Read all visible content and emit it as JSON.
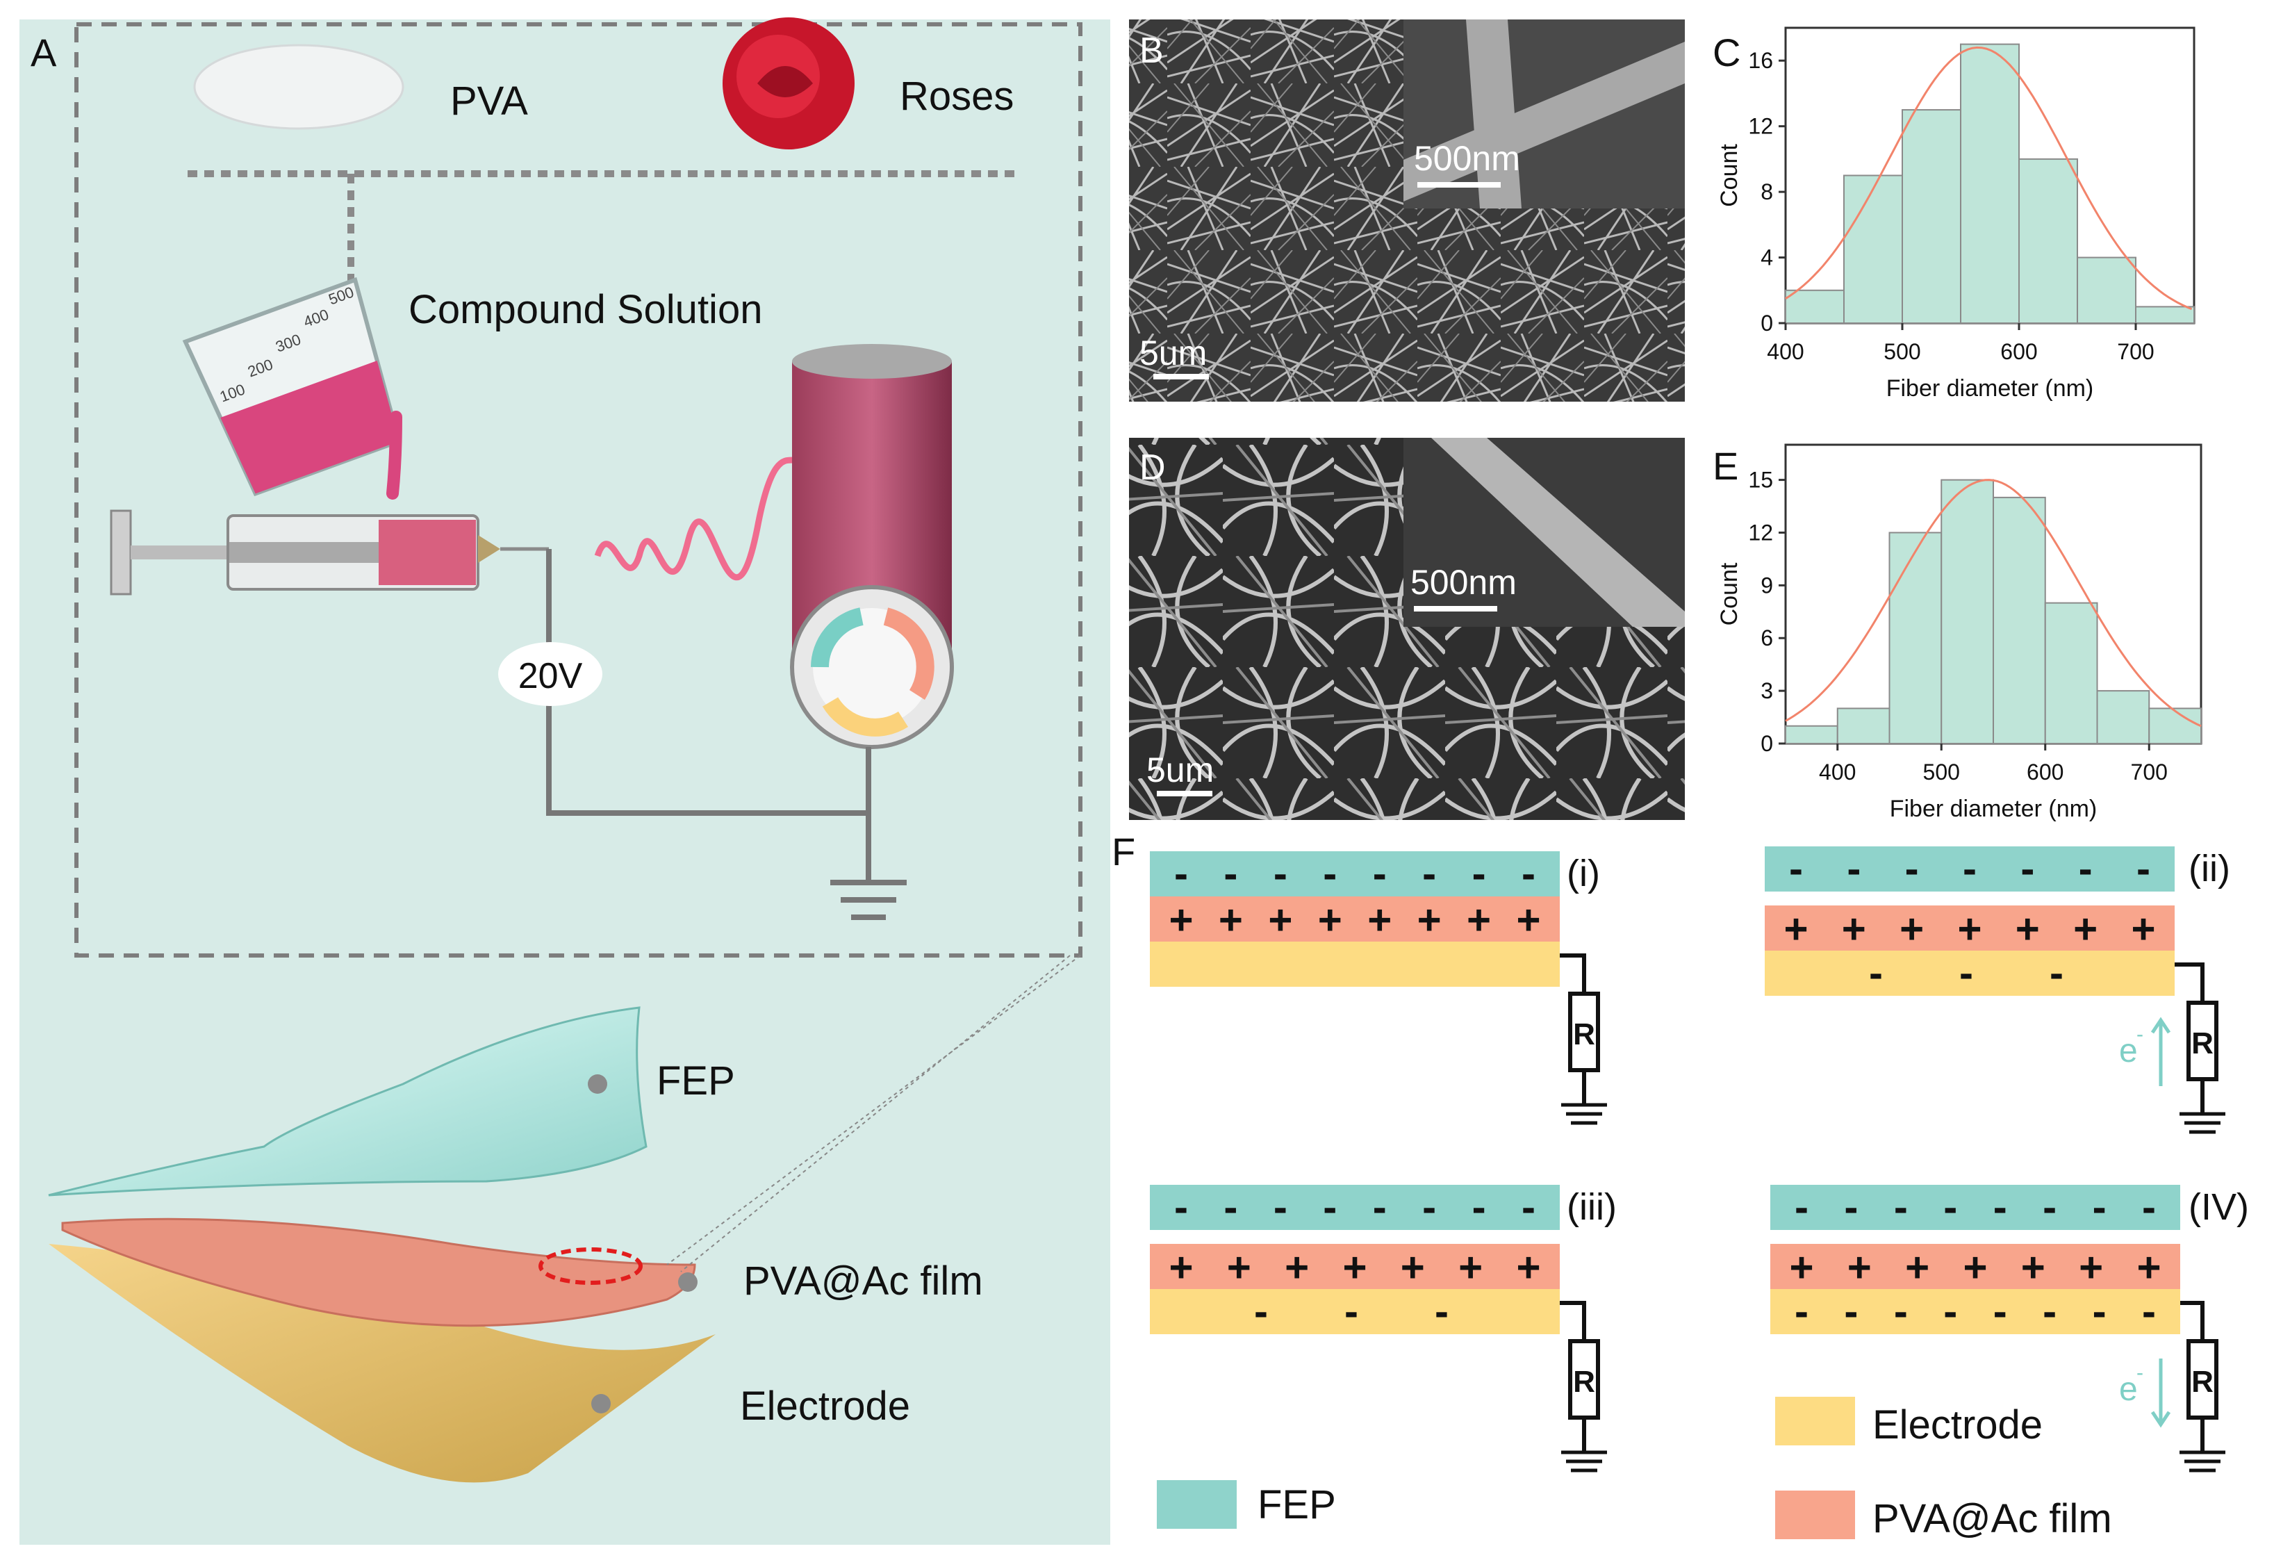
{
  "panel_a": {
    "letter": "A",
    "pva_label": "PVA",
    "roses_label": "Roses",
    "solution_label": "Compound Solution",
    "beaker_marks": [
      "100",
      "200",
      "300",
      "400",
      "500"
    ],
    "voltage_label": "20V",
    "fep_label": "FEP",
    "film_label": "PVA@Ac film",
    "electrode_label": "Electrode"
  },
  "panel_b": {
    "letter": "B",
    "inset_scale": "500nm",
    "main_scale": "5um"
  },
  "panel_d": {
    "letter": "D",
    "inset_scale": "500nm",
    "main_scale": "5um"
  },
  "panel_c": {
    "letter": "C"
  },
  "panel_e": {
    "letter": "E"
  },
  "chart_data": [
    {
      "type": "bar",
      "panel": "C",
      "xlabel": "Fiber diameter (nm)",
      "ylabel": "Count",
      "xlim": [
        400,
        750
      ],
      "ylim": [
        0,
        18
      ],
      "x_ticks": [
        400,
        500,
        600,
        700
      ],
      "y_ticks": [
        0,
        4,
        8,
        12,
        16
      ],
      "bin_edges": [
        400,
        450,
        500,
        550,
        600,
        650,
        700,
        750
      ],
      "values": [
        2,
        9,
        13,
        17,
        10,
        4,
        1
      ],
      "fit": {
        "type": "gaussian",
        "mean": 565,
        "sigma": 75,
        "peak": 16.8
      },
      "bar_color": "#bfe5d9",
      "fit_color": "#f2846b"
    },
    {
      "type": "bar",
      "panel": "E",
      "xlabel": "Fiber diameter (nm)",
      "ylabel": "Count",
      "xlim": [
        350,
        750
      ],
      "ylim": [
        0,
        17
      ],
      "x_ticks": [
        400,
        500,
        600,
        700
      ],
      "y_ticks": [
        0,
        3,
        6,
        9,
        12,
        15
      ],
      "bin_edges": [
        350,
        400,
        450,
        500,
        550,
        600,
        650,
        700,
        750
      ],
      "values": [
        1,
        2,
        12,
        15,
        14,
        8,
        3,
        2
      ],
      "fit": {
        "type": "gaussian",
        "mean": 545,
        "sigma": 88,
        "peak": 15
      },
      "bar_color": "#bfe5d9",
      "fit_color": "#f2846b"
    }
  ],
  "panel_f": {
    "letter": "F",
    "states": [
      {
        "label": "(i)",
        "fep_charges": [
          "-",
          "-",
          "-",
          "-",
          "-",
          "-",
          "-",
          "-"
        ],
        "film_charges": [
          "+",
          "+",
          "+",
          "+",
          "+",
          "+",
          "+",
          "+"
        ],
        "electrode_charges": [],
        "resistor": "R",
        "electron": ""
      },
      {
        "label": "(ii)",
        "fep_charges": [
          "-",
          "-",
          "-",
          "-",
          "-",
          "-",
          "-"
        ],
        "film_charges": [
          "+",
          "+",
          "+",
          "+",
          "+",
          "+",
          "+"
        ],
        "electrode_charges": [
          "-",
          "-",
          "-"
        ],
        "resistor": "R",
        "electron": "e",
        "electron_sup": "-"
      },
      {
        "label": "(iii)",
        "fep_charges": [
          "-",
          "-",
          "-",
          "-",
          "-",
          "-",
          "-",
          "-"
        ],
        "film_charges": [
          "+",
          "+",
          "+",
          "+",
          "+",
          "+",
          "+"
        ],
        "electrode_charges": [
          "-",
          "-",
          "-"
        ],
        "resistor": "R",
        "electron": ""
      },
      {
        "label": "(IV)",
        "fep_charges": [
          "-",
          "-",
          "-",
          "-",
          "-",
          "-",
          "-",
          "-"
        ],
        "film_charges": [
          "+",
          "+",
          "+",
          "+",
          "+",
          "+",
          "+"
        ],
        "electrode_charges": [
          "-",
          "-",
          "-",
          "-",
          "-",
          "-",
          "-",
          "-"
        ],
        "resistor": "R",
        "electron": "e",
        "electron_sup": "-"
      }
    ],
    "legend": [
      {
        "label": "FEP",
        "color": "#8fd3cb"
      },
      {
        "label": "Electrode",
        "color": "#fddc83"
      },
      {
        "label": "PVA@Ac film",
        "color": "#f8a58c"
      }
    ],
    "colors": {
      "fep": "#8fd3cb",
      "film": "#f8a58c",
      "electrode": "#fddc83",
      "electron": "#7fcfc6"
    }
  },
  "colors": {
    "panel_a_bg": "#d7ebe7",
    "dashed": "#7d7d7d",
    "fit": "#f2846b"
  }
}
